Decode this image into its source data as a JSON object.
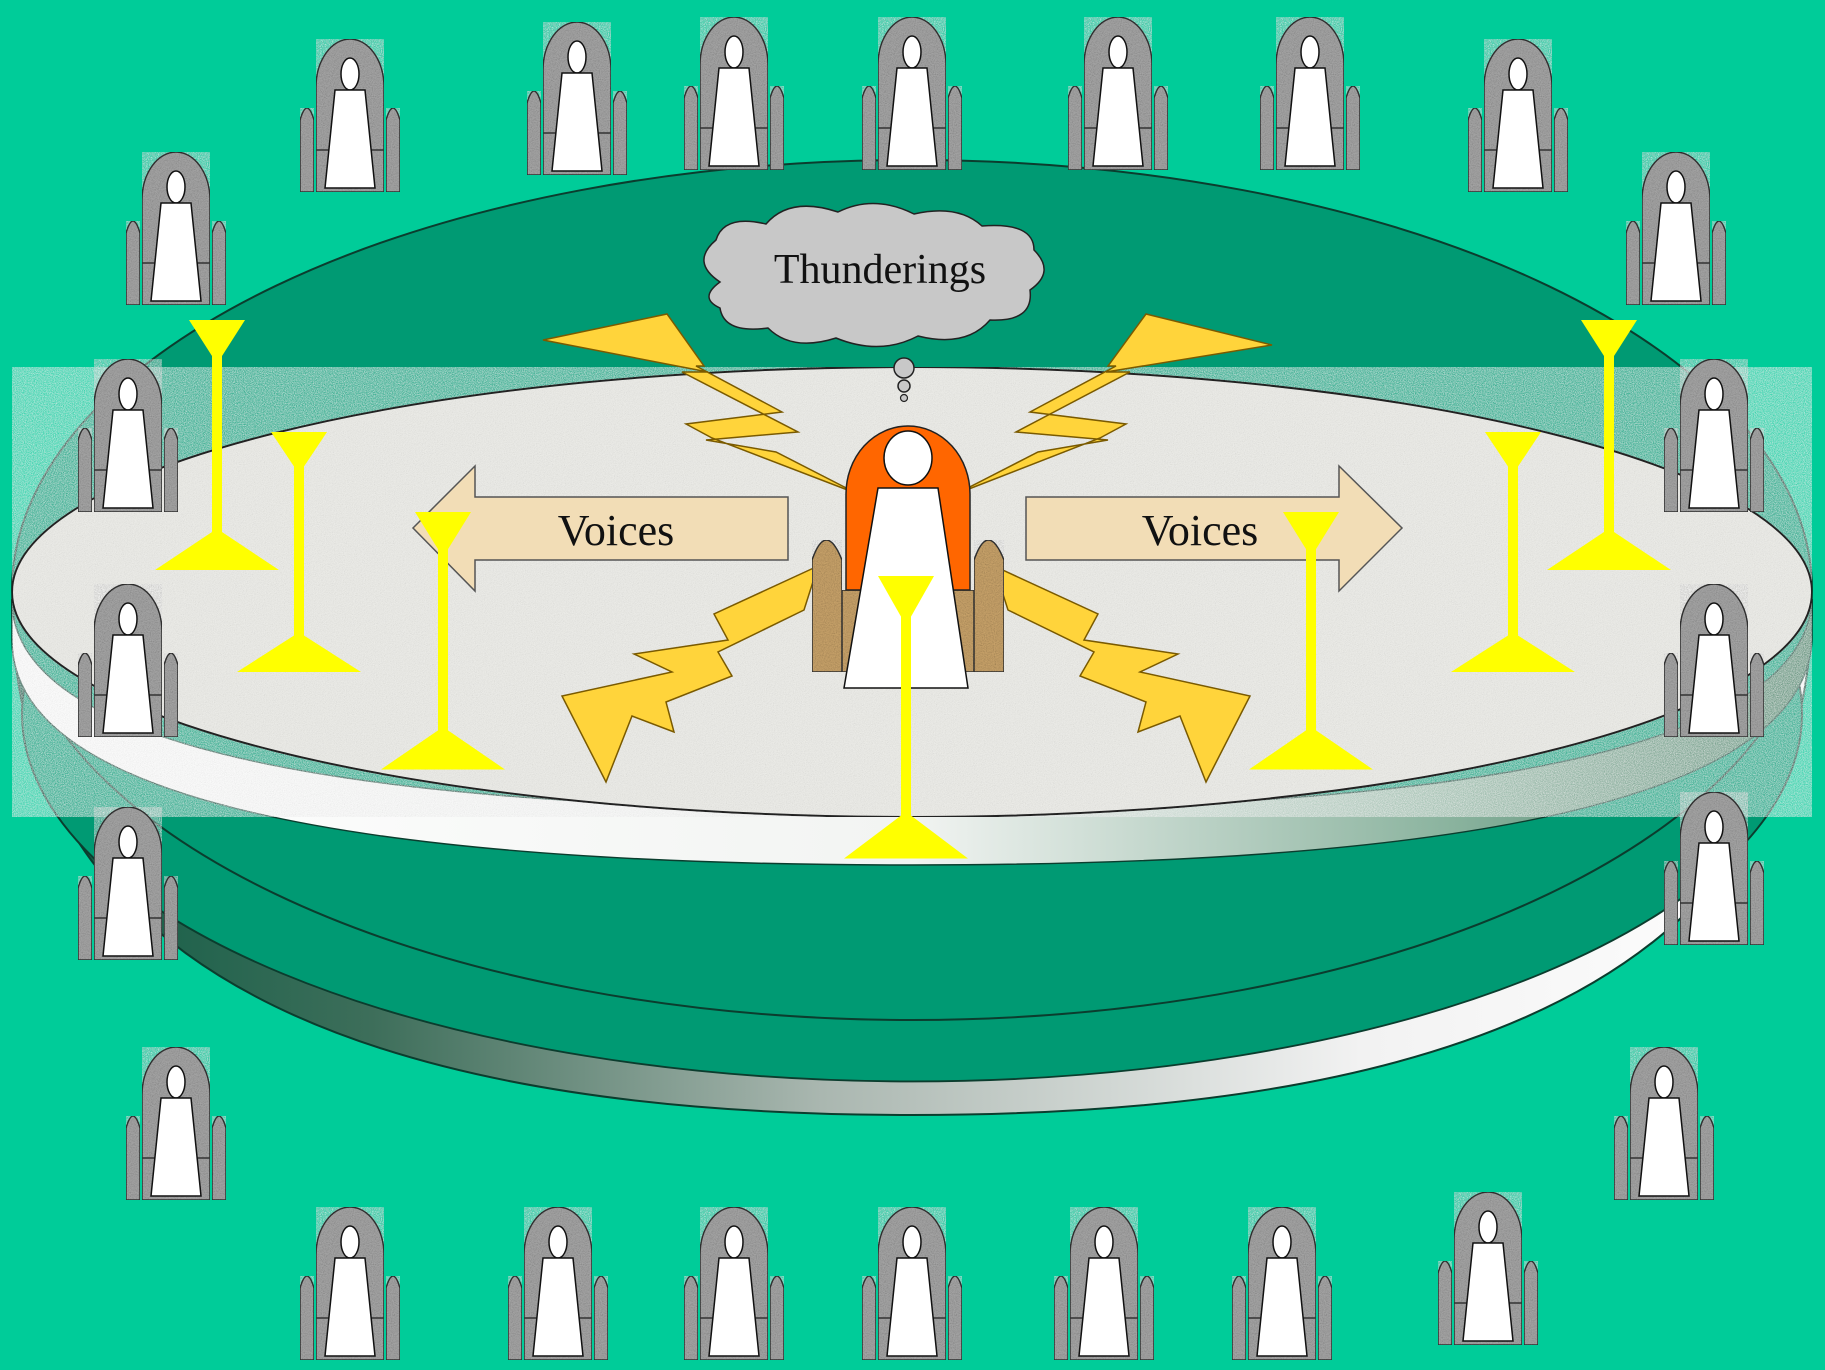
{
  "labels": {
    "thunder": "Thunderings",
    "voices_left": "Voices",
    "voices_right": "Voices"
  },
  "colors": {
    "background": "#00cc99",
    "sea_rim": "#009a73",
    "floor": "#eeeeea",
    "lamp": "#ffff00",
    "lightning": "#ffd43b",
    "robe": "#ff6600",
    "arrow": "#f2ddb6",
    "throne_stone": "#a6a6a6"
  },
  "icons": {
    "elder_throne": "elder-seated-on-throne",
    "central_throne": "figure-on-central-throne",
    "lamp": "lamp-of-fire",
    "lightning": "lightning-bolt",
    "cloud": "thought-cloud"
  },
  "counts": {
    "elders": 24,
    "lamps": 7,
    "lightnings": 4
  }
}
